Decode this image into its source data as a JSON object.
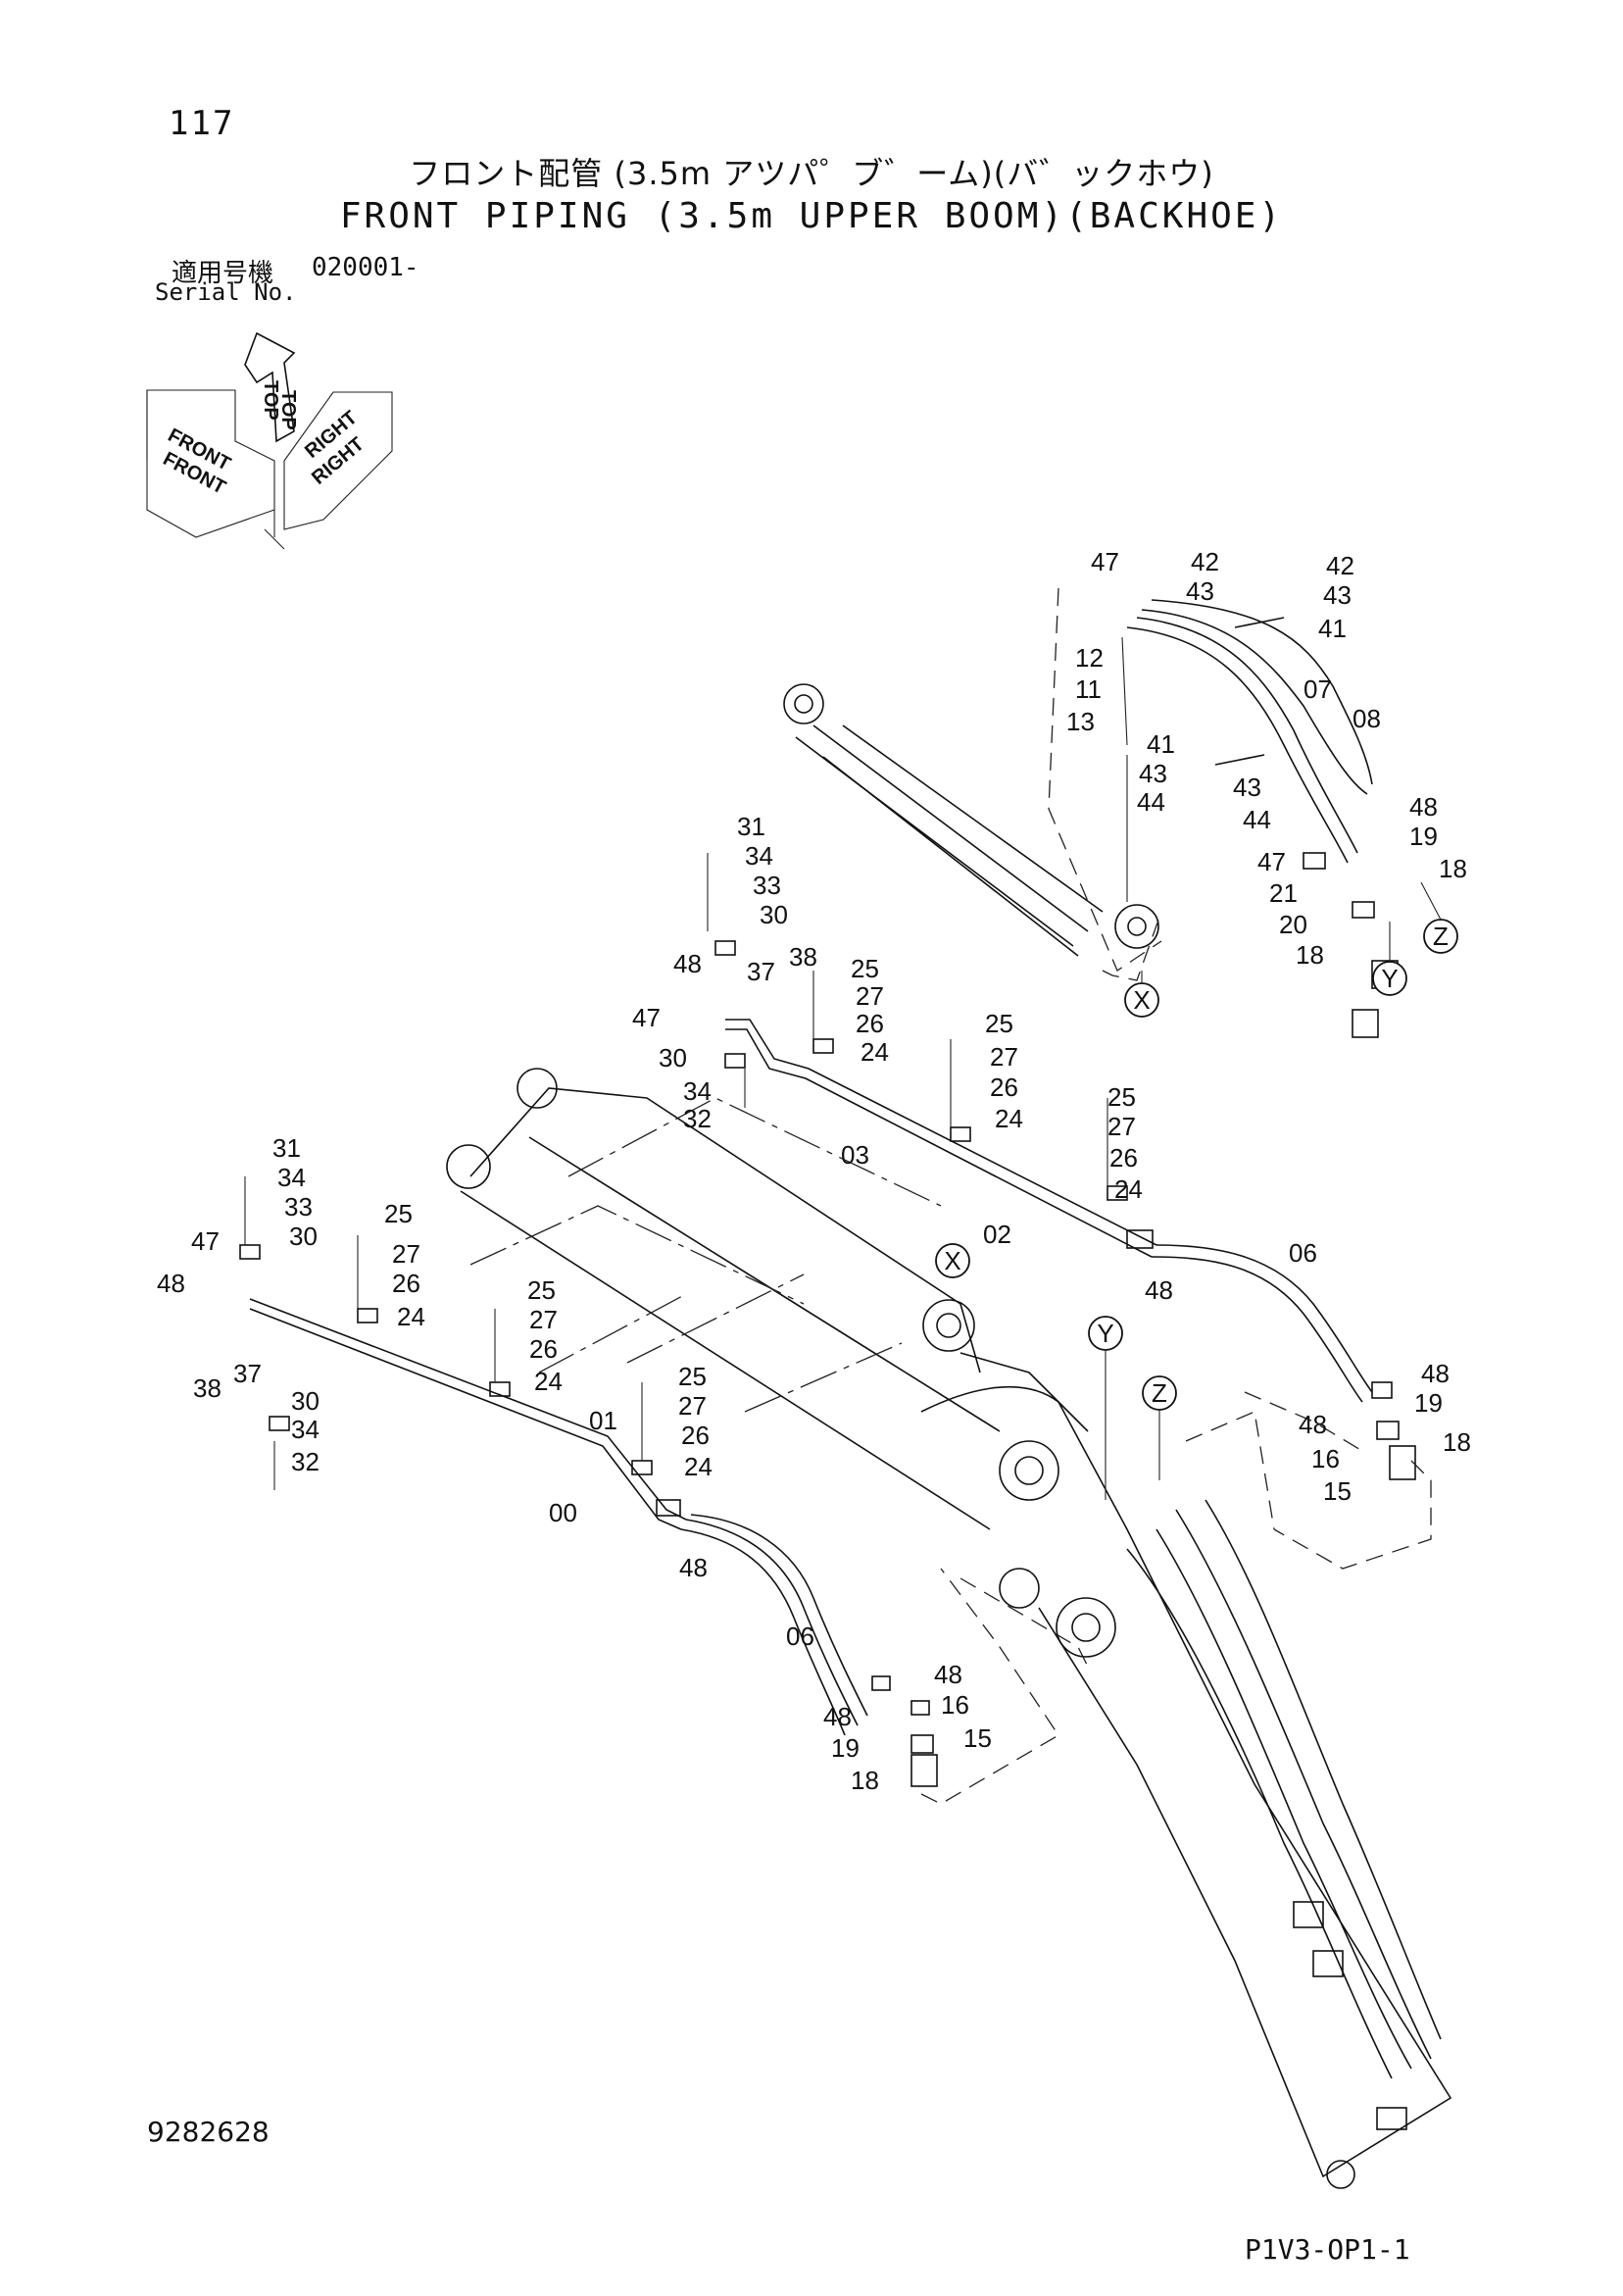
{
  "page_number": "117",
  "title_jp": "フロント配管 (3.5m アツパ゜ブ゛ーム)(バ゛ックホウ)",
  "title_en": "FRONT PIPING (3.5m UPPER BOOM)(BACKHOE)",
  "serial_label_jp": "適用号機",
  "serial_value": "020001-",
  "serial_label_en": "Serial No.",
  "orientation": {
    "top": "TOP",
    "front": "FRONT",
    "right": "RIGHT"
  },
  "detail_refs": [
    "X",
    "Y",
    "Z"
  ],
  "doc_number": "9282628",
  "sheet_code": "P1V3-OP1-1",
  "part_labels": [
    "47",
    "42",
    "43",
    "42",
    "43",
    "41",
    "12",
    "11",
    "13",
    "07",
    "08",
    "41",
    "43",
    "44",
    "43",
    "44",
    "48",
    "19",
    "18",
    "47",
    "21",
    "20",
    "18",
    "31",
    "34",
    "33",
    "30",
    "48",
    "37",
    "38",
    "25",
    "27",
    "26",
    "24",
    "47",
    "30",
    "34",
    "32",
    "25",
    "27",
    "26",
    "24",
    "03",
    "25",
    "27",
    "26",
    "24",
    "02",
    "06",
    "48",
    "48",
    "19",
    "18",
    "48",
    "16",
    "15",
    "31",
    "34",
    "33",
    "30",
    "47",
    "48",
    "25",
    "27",
    "26",
    "24",
    "25",
    "27",
    "26",
    "24",
    "38",
    "37",
    "30",
    "34",
    "32",
    "25",
    "27",
    "26",
    "24",
    "01",
    "00",
    "48",
    "06",
    "48",
    "16",
    "48",
    "19",
    "15",
    "18"
  ]
}
